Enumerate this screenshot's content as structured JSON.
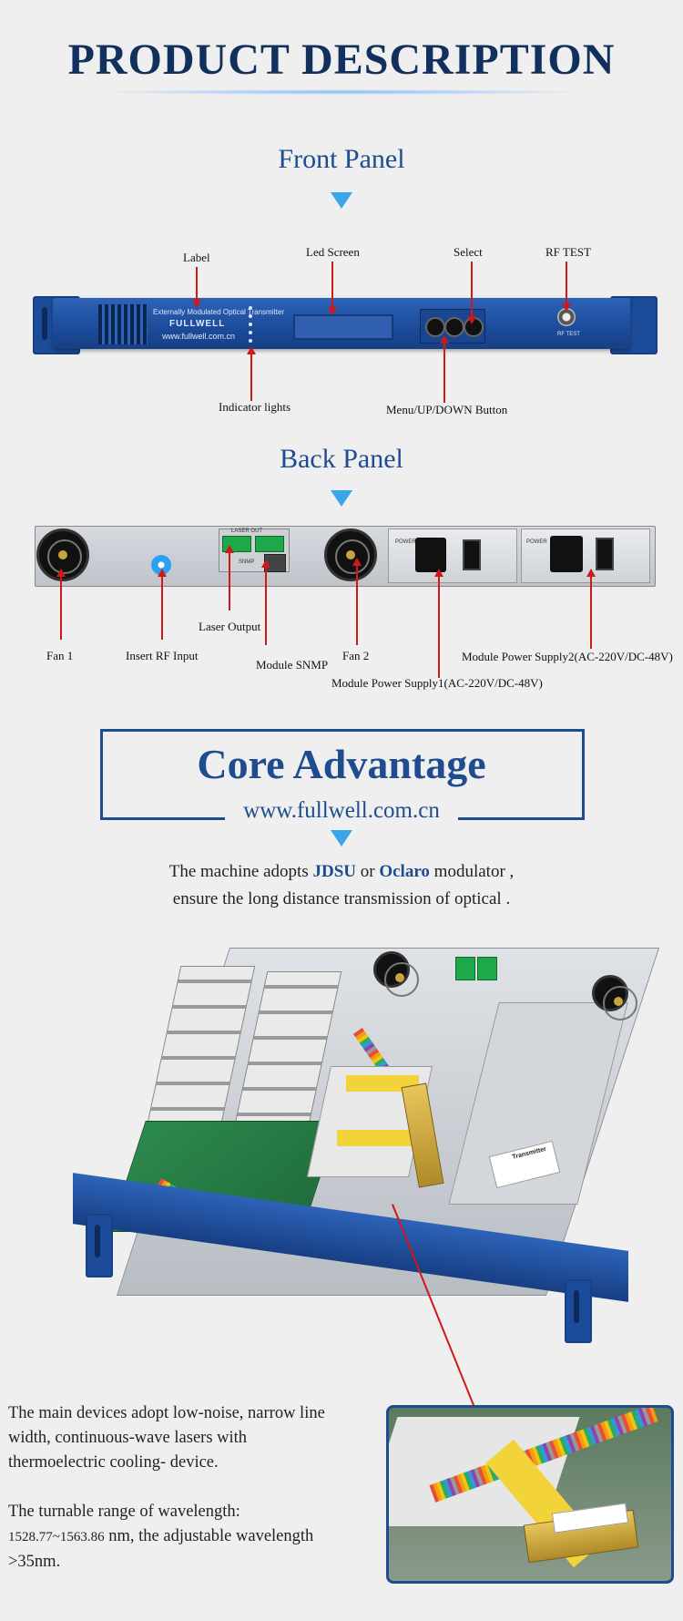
{
  "header": {
    "title": "PRODUCT DESCRIPTION"
  },
  "front_panel": {
    "section_title": "Front Panel",
    "brand": "FULLWELL",
    "device_caption": "Externally Modulated Optical Transmitter",
    "url": "www.fullwell.com.cn",
    "rf_caption": "RF TEST",
    "callouts": {
      "label": "Label",
      "led_screen": "Led Screen",
      "select": "Select",
      "rf_test": "RF TEST",
      "indicator_lights": "Indicator lights",
      "menu_button": "Menu/UP/DOWN Button"
    }
  },
  "back_panel": {
    "section_title": "Back Panel",
    "port_caption": "LASER OUT",
    "snmp_caption": "SNMP",
    "power_caption": "POWER",
    "callouts": {
      "fan1": "Fan 1",
      "rf_input": "Insert RF Input",
      "laser_output": "Laser Output",
      "module_snmp": "Module SNMP",
      "fan2": "Fan 2",
      "psu1": "Module Power Supply1(AC-220V/DC-48V)",
      "psu2": "Module Power Supply2(AC-220V/DC-48V)"
    }
  },
  "core": {
    "title": "Core Advantage",
    "url": "www.fullwell.com.cn",
    "line1_a": "The machine adopts ",
    "line1_jdsu": "JDSU",
    "line1_or": " or ",
    "line1_oclaro": "Oclaro",
    "line1_b": " modulator ,",
    "line2": "ensure the long distance transmission of optical ."
  },
  "photo": {
    "sticker_label": "Transmitter"
  },
  "description": {
    "p1_l1": "The main devices adopt low-noise, narrow line",
    "p1_l2": "width, continuous-wave lasers with",
    "p1_l3": "thermoelectric cooling- device.",
    "p2_l1": "The turnable range of wavelength:",
    "p2_range": "1528.77~1563.86",
    "p2_l2b": " nm, the adjustable wavelength",
    "p2_l3": ">35nm."
  }
}
